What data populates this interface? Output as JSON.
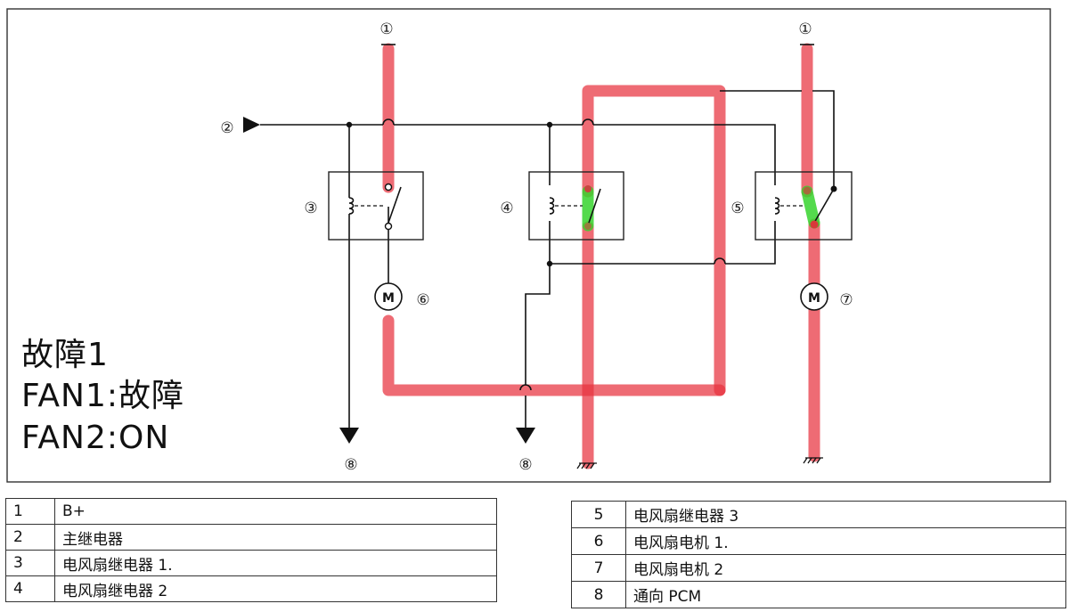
{
  "fault_text": {
    "line1": "故障1",
    "line2": "FAN1:故障",
    "line3": "FAN2:ON"
  },
  "markers": {
    "b_plus_left": "①",
    "b_plus_right": "①",
    "main_relay": "②",
    "relay_1": "③",
    "relay_2": "④",
    "relay_3": "⑤",
    "motor_1": "⑥",
    "motor_2": "⑦",
    "pcm_left": "⑧",
    "pcm_right": "⑧",
    "motor_1_label": "M",
    "motor_2_label": "M"
  },
  "legend": [
    {
      "num": "1",
      "text": "B+"
    },
    {
      "num": "2",
      "text": "主继电器"
    },
    {
      "num": "3",
      "text": "电风扇继电器 1."
    },
    {
      "num": "4",
      "text": "电风扇继电器 2"
    },
    {
      "num": "5",
      "text": "电风扇继电器 3"
    },
    {
      "num": "6",
      "text": "电风扇电机 1."
    },
    {
      "num": "7",
      "text": "电风扇电机 2"
    },
    {
      "num": "8",
      "text": "通向 PCM"
    }
  ],
  "colors": {
    "current_path": "#e8323f",
    "closed_contact": "#36d32d"
  }
}
